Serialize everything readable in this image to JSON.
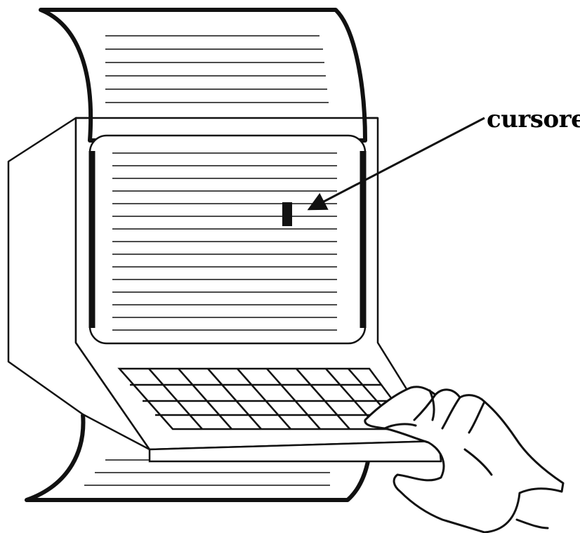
{
  "labels": {
    "cursor": "cursore"
  },
  "colors": {
    "ink": "#111111",
    "paper": "#ffffff"
  },
  "parts": [
    "paper-sheet",
    "monitor",
    "screen",
    "cursor-block",
    "keyboard",
    "hand",
    "pointer-arrow"
  ]
}
